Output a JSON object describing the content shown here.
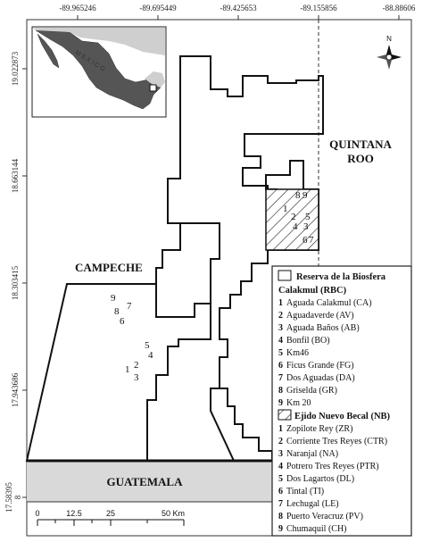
{
  "axes": {
    "top_ticks": [
      "-89.965246",
      "-89.695449",
      "-89.425653",
      "-89.155856",
      "-88.88606"
    ],
    "left_ticks": [
      "19.022873",
      "18.663144",
      "18.303415",
      "17.943686",
      "17.58395"
    ],
    "left_tick_suffix": "8"
  },
  "regions": {
    "quintana_roo_line1": "QUINTANA",
    "quintana_roo_line2": "ROO",
    "campeche": "CAMPECHE",
    "guatemala": "GUATEMALA"
  },
  "inset": {
    "country_label": "MEXICO"
  },
  "north_arrow": {
    "label": "N"
  },
  "scale_bar": {
    "labels": [
      "0",
      "12.5",
      "25",
      "50 Km"
    ]
  },
  "site_numbers": {
    "rbc": [
      "1",
      "2",
      "3",
      "4",
      "5",
      "6",
      "7",
      "8",
      "9"
    ],
    "nb": [
      "1",
      "2",
      "3",
      "4",
      "5",
      "6",
      "7",
      "8",
      "9"
    ]
  },
  "legend": {
    "rbc_title_line1": "Reserva de la Biosfera",
    "rbc_title_line2": "Calakmul (RBC)",
    "rbc_items": [
      {
        "num": "1",
        "label": "Aguada Calakmul (CA)"
      },
      {
        "num": "2",
        "label": "Aguadaverde (AV)"
      },
      {
        "num": "3",
        "label": "Aguada Baños (AB)"
      },
      {
        "num": "4",
        "label": "Bonfil (BO)"
      },
      {
        "num": "5",
        "label": "Km46"
      },
      {
        "num": "6",
        "label": "Ficus Grande (FG)"
      },
      {
        "num": "7",
        "label": "Dos Aguadas (DA)"
      },
      {
        "num": "8",
        "label": "Griselda (GR)"
      },
      {
        "num": "9",
        "label": "Km 20"
      }
    ],
    "nb_title": "Ejido Nuevo Becal (NB)",
    "nb_items": [
      {
        "num": "1",
        "label": "Zopilote Rey (ZR)"
      },
      {
        "num": "2",
        "label": "Corriente Tres Reyes (CTR)"
      },
      {
        "num": "3",
        "label": "Naranjal (NA)"
      },
      {
        "num": "4",
        "label": "Potrero Tres Reyes (PTR)"
      },
      {
        "num": "5",
        "label": "Dos Lagartos (DL)"
      },
      {
        "num": "6",
        "label": "Tintal (TI)"
      },
      {
        "num": "7",
        "label": "Lechugal (LE)"
      },
      {
        "num": "8",
        "label": "Puerto Veracruz (PV)"
      },
      {
        "num": "9",
        "label": "Chumaquil (CH)"
      }
    ]
  }
}
